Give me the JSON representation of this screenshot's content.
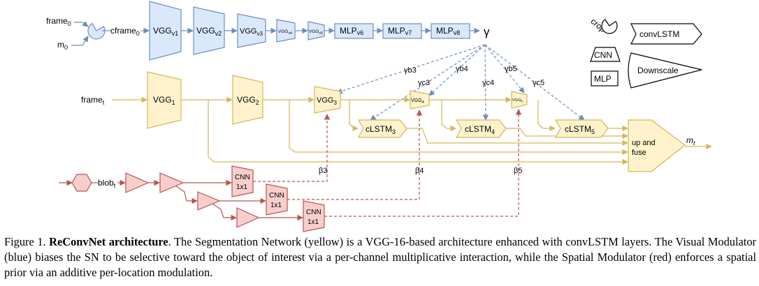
{
  "colors": {
    "blue_fill": "#dae8fc",
    "blue_stroke": "#6c8ebf",
    "yellow_fill": "#fff2cc",
    "yellow_stroke": "#d6b656",
    "red_fill": "#f8cecc",
    "red_stroke": "#b85450",
    "line_yellow": "#d6b656",
    "line_red": "#b85450",
    "line_blue": "#6c8ebf"
  },
  "visual_modulator": {
    "input_frame": "frame",
    "input_frame_sub": "0",
    "input_mask": "m",
    "input_mask_sub": "0",
    "crop_output": "cframe",
    "crop_output_sub": "0",
    "vgg_v1": "VGG",
    "vgg_v1_sub": "v1",
    "vgg_v2": "VGG",
    "vgg_v2_sub": "v2",
    "vgg_v3": "VGG",
    "vgg_v3_sub": "v3",
    "vgg_v4": "VGG",
    "vgg_v4_sub": "v4",
    "vgg_v5": "VGG",
    "vgg_v5_sub": "v5",
    "mlp_v6": "MLP",
    "mlp_v6_sub": "v6",
    "mlp_v7": "MLP",
    "mlp_v7_sub": "v7",
    "mlp_v8": "MLP",
    "mlp_v8_sub": "v8",
    "gamma": "γ",
    "gamma_b3": "γb3",
    "gamma_b4": "γb4",
    "gamma_b5": "γb5",
    "gamma_c3": "γc3",
    "gamma_c4": "γc4",
    "gamma_c5": "γc5"
  },
  "segmentation_network": {
    "input": "frame",
    "input_sub": "t",
    "vgg1": "VGG",
    "vgg1_sub": "1",
    "vgg2": "VGG",
    "vgg2_sub": "2",
    "vgg3": "VGG",
    "vgg3_sub": "3",
    "vgg4": "VGG",
    "vgg4_sub": "4",
    "vgg5": "VGG",
    "vgg5_sub": "5",
    "clstm3": "cLSTM",
    "clstm3_sub": "3",
    "clstm4": "cLSTM",
    "clstm4_sub": "4",
    "clstm5": "cLSTM",
    "clstm5_sub": "5",
    "fuse_line1": "up and",
    "fuse_line2": "fuse",
    "output": "m",
    "output_sub": "t"
  },
  "spatial_modulator": {
    "input": "blob",
    "input_sub": "t",
    "cnn_label": "CNN",
    "cnn_kernel": "1x1",
    "beta3": "β3",
    "beta4": "β4",
    "beta5": "β5"
  },
  "legend": {
    "crop": "crop",
    "cnn": "CNN",
    "mlp": "MLP",
    "convlstm": "convLSTM",
    "downscale": "Downscale"
  },
  "caption": {
    "label": "Figure 1.",
    "title": "ReConvNet architecture",
    "body": ".  The Segmentation Network (yellow) is a VGG-16-based architecture enhanced with convLSTM layers. The Visual Modulator (blue) biases the SN to be selective toward the object of interest via a per-channel multiplicative interaction, while the Spatial Modulator (red) enforces a spatial prior via an additive per-location modulation."
  }
}
